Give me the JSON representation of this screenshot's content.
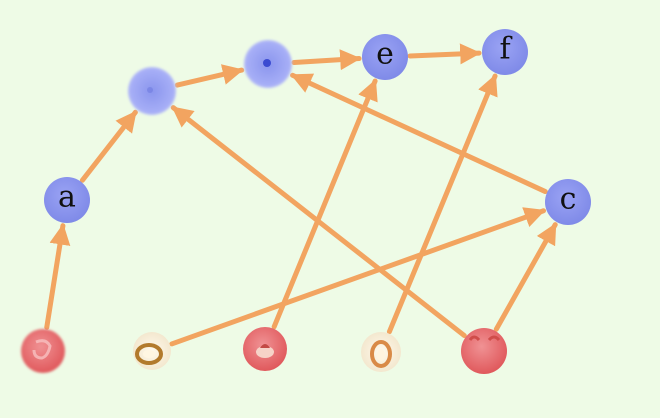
{
  "colors": {
    "background": "#eefbe6",
    "edge": "#f2a460",
    "node_fill": "#8d98f0",
    "node_fill_light": "#aeb6f7",
    "node_text": "#111111",
    "bottom_node_red": "#e8696b",
    "bottom_node_orange": "#e9a066",
    "bottom_node_cream": "#f5ecd6"
  },
  "nodes": [
    {
      "id": "a",
      "label": "a",
      "kind": "letter"
    },
    {
      "id": "b",
      "label": "",
      "kind": "blurred"
    },
    {
      "id": "d",
      "label": "",
      "kind": "blurred-dot"
    },
    {
      "id": "e",
      "label": "e",
      "kind": "letter"
    },
    {
      "id": "f",
      "label": "f",
      "kind": "letter"
    },
    {
      "id": "c",
      "label": "c",
      "kind": "letter"
    },
    {
      "id": "s1",
      "label": "",
      "kind": "source-red"
    },
    {
      "id": "s2",
      "label": "",
      "kind": "source-cream"
    },
    {
      "id": "s3",
      "label": "",
      "kind": "source-red"
    },
    {
      "id": "s4",
      "label": "",
      "kind": "source-cream"
    },
    {
      "id": "s5",
      "label": "",
      "kind": "source-red"
    }
  ],
  "edges": [
    {
      "from": "s1",
      "to": "a"
    },
    {
      "from": "a",
      "to": "b"
    },
    {
      "from": "b",
      "to": "d"
    },
    {
      "from": "d",
      "to": "e"
    },
    {
      "from": "e",
      "to": "f"
    },
    {
      "from": "c",
      "to": "d"
    },
    {
      "from": "s2",
      "to": "c"
    },
    {
      "from": "s3",
      "to": "e"
    },
    {
      "from": "s4",
      "to": "f"
    },
    {
      "from": "s5",
      "to": "b"
    },
    {
      "from": "s5",
      "to": "c"
    }
  ]
}
